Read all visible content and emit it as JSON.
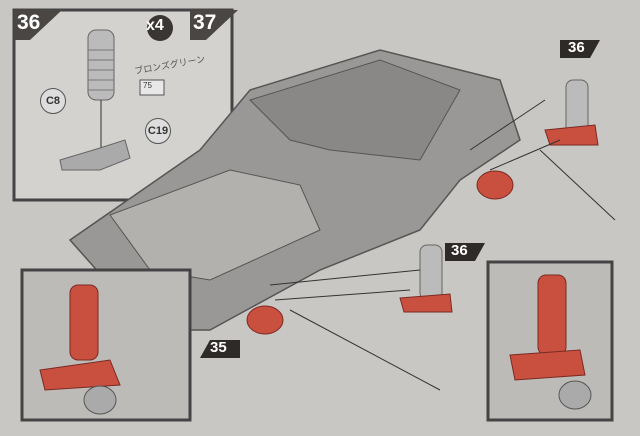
{
  "steps": {
    "step_a": "36",
    "step_b": "37",
    "ref_right_upper": "36",
    "ref_center": "36",
    "ref_left": "35"
  },
  "multiplier": "x4",
  "parts": {
    "spring": "C8",
    "arm": "C19"
  },
  "paint": {
    "code": "75",
    "handwritten_note": "ブロンズグリーン"
  },
  "colors": {
    "highlight_part": "#c9503f",
    "step_badge": "#4a4644",
    "paper": "#c9c7c4"
  }
}
